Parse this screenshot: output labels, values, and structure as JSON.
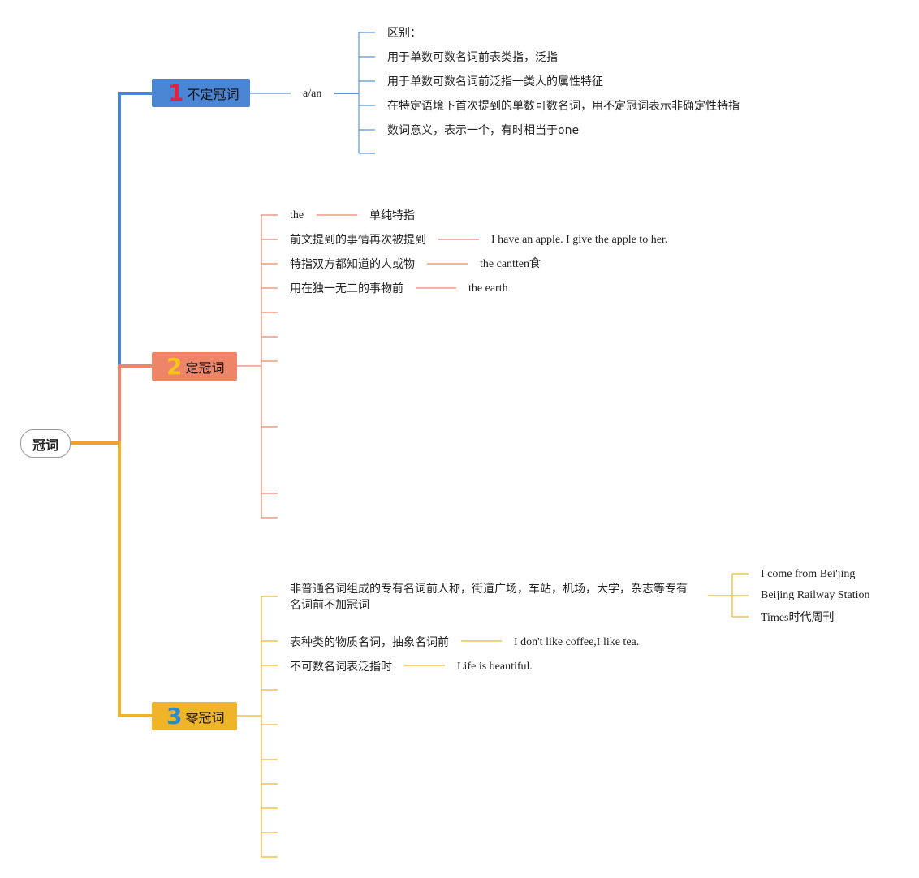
{
  "root": {
    "label": "冠词"
  },
  "colors": {
    "blue": "#4A86D4",
    "orange": "#EE8468",
    "yellow": "#F0B429",
    "line_blue": "#5B95D6",
    "num_red": "#E0233A",
    "num_yellow": "#F5C518",
    "num_blue": "#2E8BC9"
  },
  "branches": [
    {
      "number": "1",
      "label": "不定冠词",
      "sub": "a/an",
      "items": [
        "区别：",
        "用于单数可数名词前表类指，泛指",
        "用于单数可数名词前泛指一类人的属性特征",
        "在特定语境下首次提到的单数可数名词，用不定冠词表示非确定性特指",
        "数词意义，表示一个，有时相当于one"
      ]
    },
    {
      "number": "2",
      "label": "定冠词",
      "items": [
        {
          "text": "the",
          "example": "单纯特指"
        },
        {
          "text": "前文提到的事情再次被提到",
          "example": "I have an apple. I give the apple to her."
        },
        {
          "text": "特指双方都知道的人或物",
          "example": "the cantten食"
        },
        {
          "text": "用在独一无二的事物前",
          "example": "the earth"
        }
      ]
    },
    {
      "number": "3",
      "label": "零冠词",
      "items": [
        {
          "text_line1": "非普通名词组成的专有名词前人称，街道广场，车站，机场，大学，杂志等专有",
          "text_line2": "名词前不加冠词",
          "examples": [
            "I come from Bei'jing",
            "Beijing Railway Station",
            "Times时代周刊"
          ]
        },
        {
          "text": "表种类的物质名词，抽象名词前",
          "example": "I don't like coffee,I like tea."
        },
        {
          "text": "不可数名词表泛指时",
          "example": "Life is beautiful."
        }
      ]
    }
  ]
}
